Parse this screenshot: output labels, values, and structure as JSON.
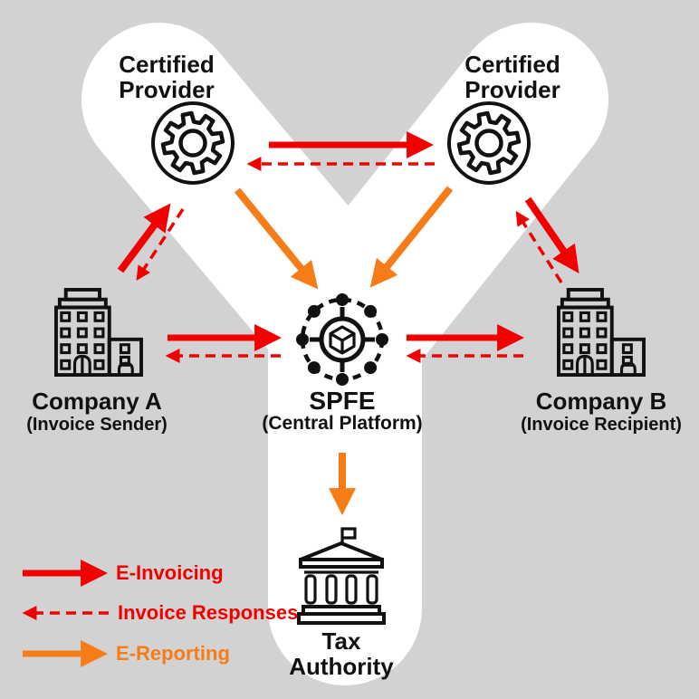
{
  "colors": {
    "bg": "#d2d2d2",
    "panel": "#ffffff",
    "red": "#f20000",
    "orange": "#f67c18",
    "ink": "#111111"
  },
  "nodes": {
    "provider_left": {
      "line1": "Certified",
      "line2": "Provider",
      "icon": "gear-icon"
    },
    "provider_right": {
      "line1": "Certified",
      "line2": "Provider",
      "icon": "gear-icon"
    },
    "company_a": {
      "title": "Company A",
      "subtitle": "(Invoice Sender)",
      "icon": "building-icon"
    },
    "company_b": {
      "title": "Company B",
      "subtitle": "(Invoice Recipient)",
      "icon": "building-icon"
    },
    "spfe": {
      "title": "SPFE",
      "subtitle": "(Central Platform)",
      "icon": "network-icon"
    },
    "tax_authority": {
      "line1": "Tax",
      "line2": "Authority",
      "icon": "bank-icon"
    }
  },
  "flows": [
    {
      "id": "arrow-providerL-to-providerR",
      "from": "provider_left",
      "to": "provider_right",
      "type": "e-invoicing"
    },
    {
      "id": "arrow-providerR-to-providerL-response",
      "from": "provider_right",
      "to": "provider_left",
      "type": "invoice-response"
    },
    {
      "id": "arrow-companyA-to-providerL",
      "from": "company_a",
      "to": "provider_left",
      "type": "e-invoicing"
    },
    {
      "id": "arrow-providerL-to-companyA-response",
      "from": "provider_left",
      "to": "company_a",
      "type": "invoice-response"
    },
    {
      "id": "arrow-providerR-to-companyB",
      "from": "provider_right",
      "to": "company_b",
      "type": "e-invoicing"
    },
    {
      "id": "arrow-companyB-to-providerR-response",
      "from": "company_b",
      "to": "provider_right",
      "type": "invoice-response"
    },
    {
      "id": "arrow-companyA-to-spfe",
      "from": "company_a",
      "to": "spfe",
      "type": "e-invoicing"
    },
    {
      "id": "arrow-spfe-to-companyA-response",
      "from": "spfe",
      "to": "company_a",
      "type": "invoice-response"
    },
    {
      "id": "arrow-spfe-to-companyB",
      "from": "spfe",
      "to": "company_b",
      "type": "e-invoicing"
    },
    {
      "id": "arrow-companyB-to-spfe-response",
      "from": "company_b",
      "to": "spfe",
      "type": "invoice-response"
    },
    {
      "id": "arrow-providerL-to-spfe-reporting",
      "from": "provider_left",
      "to": "spfe",
      "type": "e-reporting"
    },
    {
      "id": "arrow-providerR-to-spfe-reporting",
      "from": "provider_right",
      "to": "spfe",
      "type": "e-reporting"
    },
    {
      "id": "arrow-spfe-to-tax-reporting",
      "from": "spfe",
      "to": "tax_authority",
      "type": "e-reporting"
    }
  ],
  "legend": {
    "items": [
      {
        "label": "E-Invoicing",
        "line": "solid",
        "color_role": "red"
      },
      {
        "label": "Invoice Responses",
        "line": "dashed",
        "color_role": "red"
      },
      {
        "label": "E-Reporting",
        "line": "solid",
        "color_role": "orange"
      }
    ]
  }
}
